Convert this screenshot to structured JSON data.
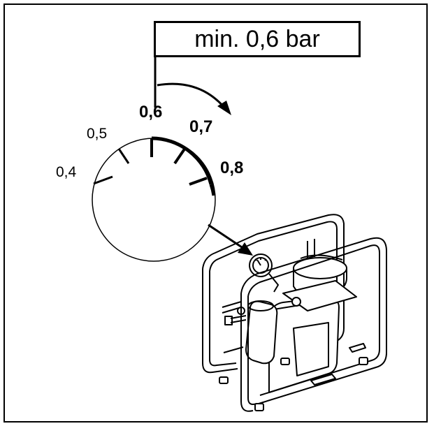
{
  "callout": {
    "text": "min. 0,6 bar"
  },
  "gauge": {
    "ticks": [
      {
        "label": "0,4",
        "emphasis": false
      },
      {
        "label": "0,5",
        "emphasis": false
      },
      {
        "label": "0,6",
        "emphasis": true
      },
      {
        "label": "0,7",
        "emphasis": true
      },
      {
        "label": "0,8",
        "emphasis": true
      }
    ],
    "highlight_range": [
      "0,6",
      "0,8"
    ]
  },
  "illustration": {
    "icon": "air-compressor-with-pressure-gauge-icon"
  },
  "colors": {
    "line": "#000000",
    "background": "#ffffff"
  }
}
